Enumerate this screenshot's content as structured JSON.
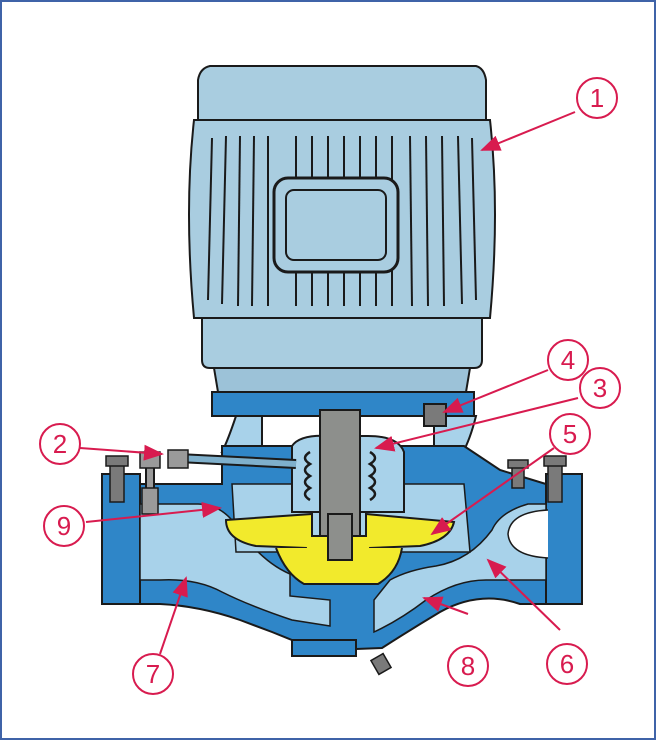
{
  "diagram": {
    "callouts": [
      {
        "id": "1",
        "label": "1"
      },
      {
        "id": "2",
        "label": "2"
      },
      {
        "id": "3",
        "label": "3"
      },
      {
        "id": "4",
        "label": "4"
      },
      {
        "id": "5",
        "label": "5"
      },
      {
        "id": "6",
        "label": "6"
      },
      {
        "id": "7",
        "label": "7"
      },
      {
        "id": "8",
        "label": "8"
      },
      {
        "id": "9",
        "label": "9"
      }
    ],
    "colors": {
      "motor": "#a9cde0",
      "motor_dark": "#7fb0cc",
      "casing": "#2f86c8",
      "casing_light": "#a8d2ea",
      "impeller": "#f2ea2c",
      "shaft": "#8d8f8c",
      "callout": "#d81b4f",
      "frame": "#3f63a8"
    }
  }
}
